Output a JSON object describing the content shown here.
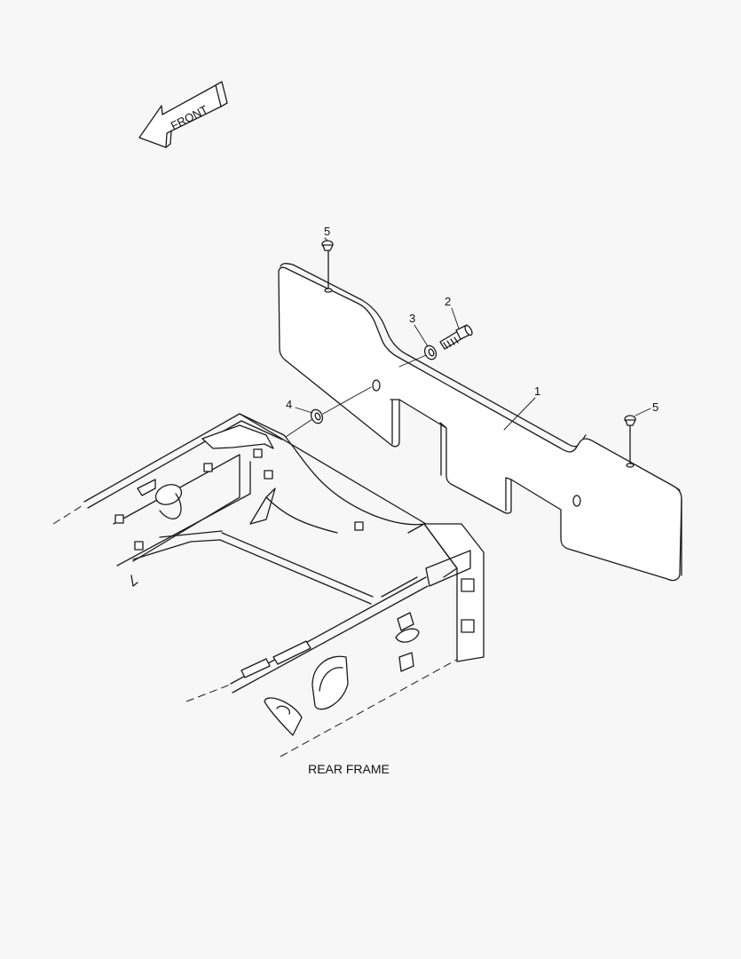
{
  "direction_label": "FRONT",
  "assembly_label": "REAR FRAME",
  "callouts": [
    {
      "id": "callout-1",
      "number": "1"
    },
    {
      "id": "callout-2",
      "number": "2"
    },
    {
      "id": "callout-3",
      "number": "3"
    },
    {
      "id": "callout-4",
      "number": "4"
    },
    {
      "id": "callout-5-left",
      "number": "5"
    },
    {
      "id": "callout-5-right",
      "number": "5"
    }
  ],
  "colors": {
    "line": "#1a1a1a",
    "background": "#f7f7f7",
    "part_fill": "#ffffff"
  }
}
